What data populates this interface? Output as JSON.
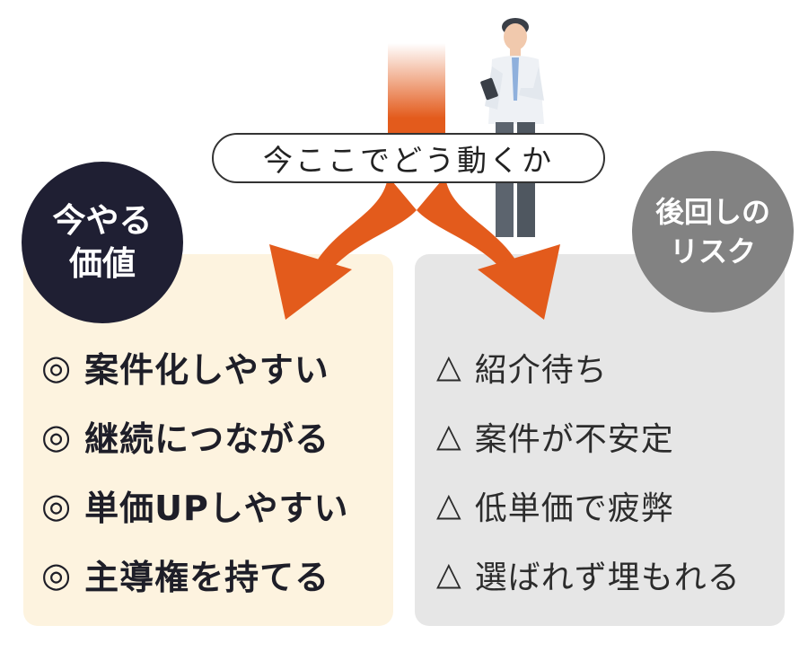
{
  "headline": "今ここでどう動くか",
  "left": {
    "badge_line1": "今やる",
    "badge_line2": "価値",
    "mark": "◎",
    "items": [
      "案件化しやすい",
      "継続につながる",
      "単価UPしやすい",
      "主導権を持てる"
    ]
  },
  "right": {
    "badge_line1": "後回しの",
    "badge_line2": "リスク",
    "mark": "△",
    "items": [
      "紹介待ち",
      "案件が不安定",
      "低単価で疲弊",
      "選ばれず埋もれる"
    ]
  },
  "colors": {
    "arrow": "#e35b1c",
    "left_panel": "#fdf3df",
    "right_panel": "#e6e6e6",
    "left_badge": "#1f1f33",
    "right_badge": "#828282"
  },
  "icons": [
    "person-with-phone-icon",
    "split-arrow-icon"
  ]
}
